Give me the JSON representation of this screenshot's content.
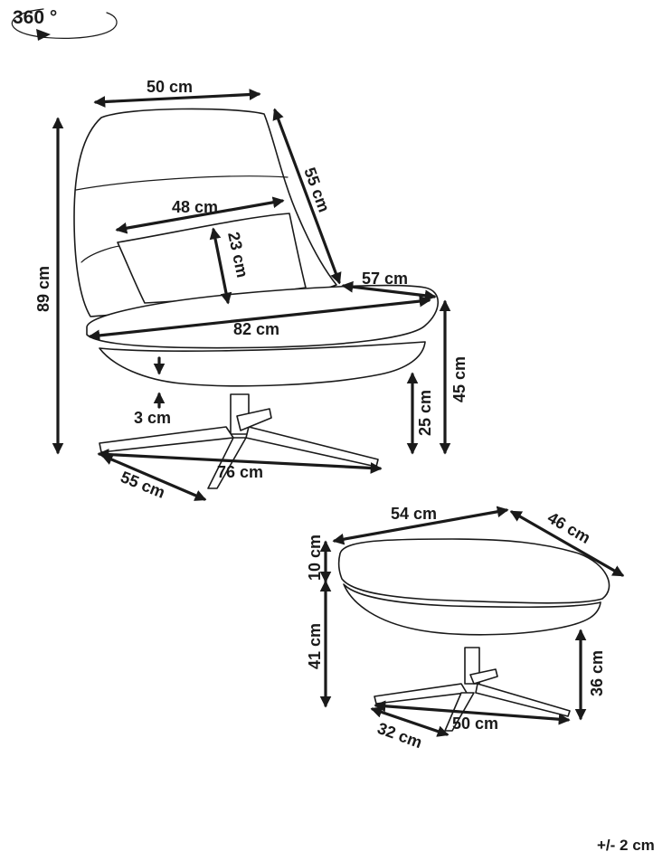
{
  "rotation": {
    "label": "360 °"
  },
  "tolerance": "+/- 2 cm",
  "chair": {
    "backrest_width": "50 cm",
    "backrest_depth": "55 cm",
    "pillow_width": "48 cm",
    "pillow_height": "23 cm",
    "seat_depth": "57 cm",
    "total_height": "89 cm",
    "seat_width": "82 cm",
    "seat_height": "45 cm",
    "base_height": "25 cm",
    "cushion_thickness": "3 cm",
    "base_width": "76 cm",
    "base_leg": "55 cm"
  },
  "ottoman": {
    "width": "54 cm",
    "depth": "46 cm",
    "top_thickness": "10 cm",
    "total_height": "41 cm",
    "base_height": "36 cm",
    "base_width": "50 cm",
    "base_leg": "32 cm"
  }
}
